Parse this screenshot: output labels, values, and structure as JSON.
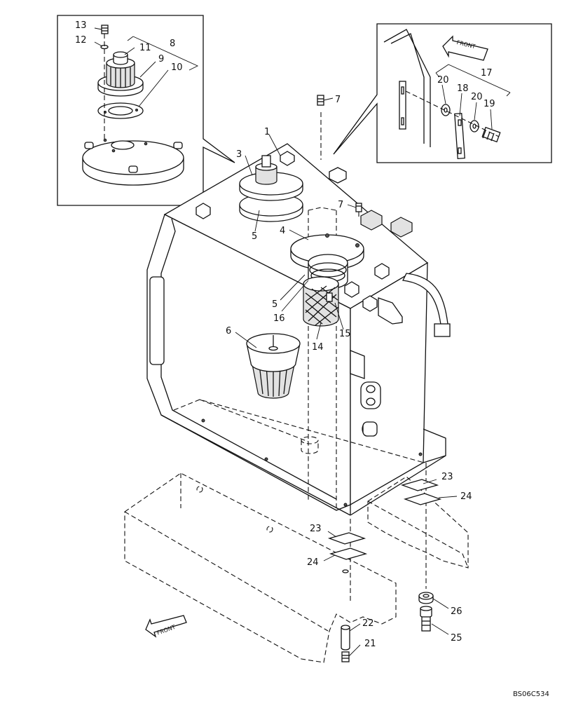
{
  "drawing_code": "BS06C534",
  "front_labels": [
    "FRONT",
    "FRONT"
  ],
  "callouts": [
    "1",
    "3",
    "4",
    "5",
    "5",
    "6",
    "7",
    "7",
    "8",
    "9",
    "10",
    "11",
    "12",
    "13",
    "14",
    "15",
    "16",
    "17",
    "18",
    "19",
    "20",
    "20",
    "21",
    "22",
    "23",
    "23",
    "24",
    "24",
    "25",
    "26"
  ]
}
